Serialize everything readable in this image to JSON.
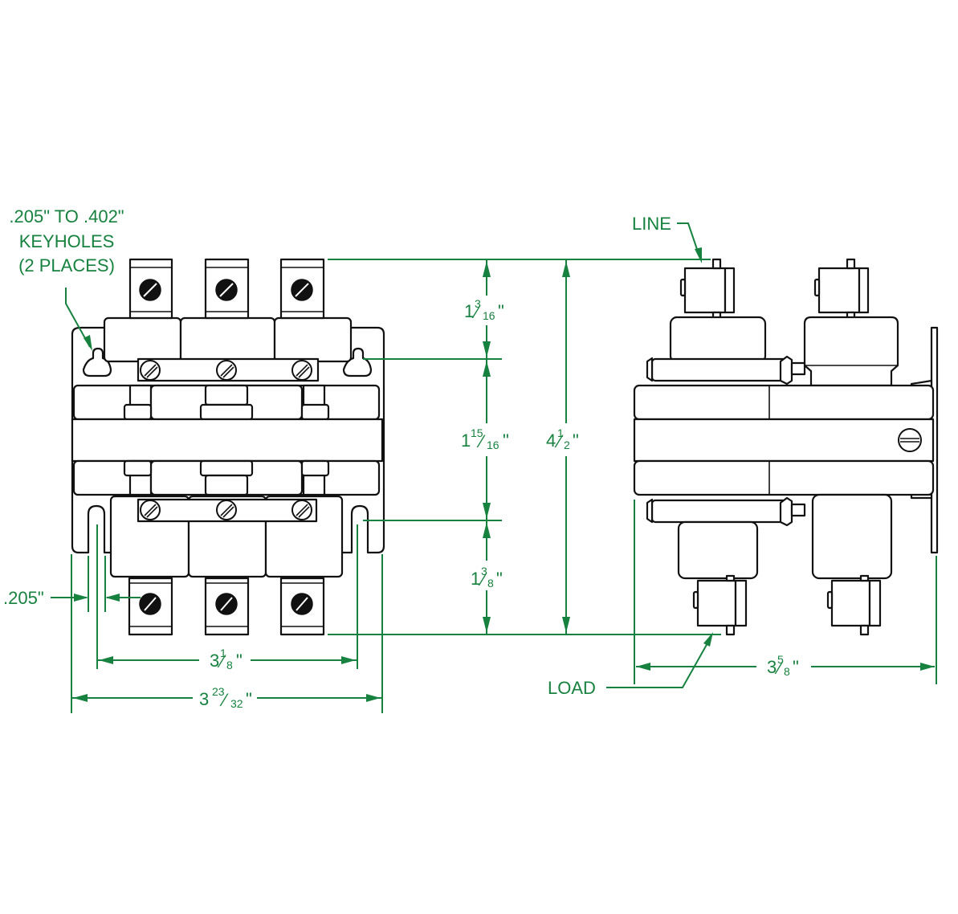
{
  "title": "Contactor dimensional drawing (front and side views)",
  "colors": {
    "dimension": "#17823f",
    "outline": "#111111",
    "background": "#ffffff"
  },
  "labels": {
    "keyhole_note": [
      ".205\" TO .402\"",
      "KEYHOLES",
      "(2 PLACES)"
    ],
    "line": "LINE",
    "load": "LOAD"
  },
  "dimensions": {
    "top_terminal_height": {
      "whole": "1",
      "num": "3",
      "den": "16",
      "unit": "\""
    },
    "middle_height": {
      "whole": "1",
      "num": "15",
      "den": "16",
      "unit": "\""
    },
    "bottom_terminal_height": {
      "whole": "1",
      "num": "3",
      "den": "8",
      "unit": "\""
    },
    "overall_height": {
      "whole": "4",
      "num": "1",
      "den": "2",
      "unit": "\""
    },
    "mounting_width": {
      "whole": "3",
      "num": "1",
      "den": "8",
      "unit": "\""
    },
    "overall_width": {
      "whole": "3",
      "num": "23",
      "den": "32",
      "unit": "\""
    },
    "side_depth": {
      "whole": "3",
      "num": "5",
      "den": "8",
      "unit": "\""
    },
    "keyhole_width": {
      "text": ".205\""
    }
  },
  "views": [
    "front-view",
    "side-view"
  ],
  "poles": 3
}
